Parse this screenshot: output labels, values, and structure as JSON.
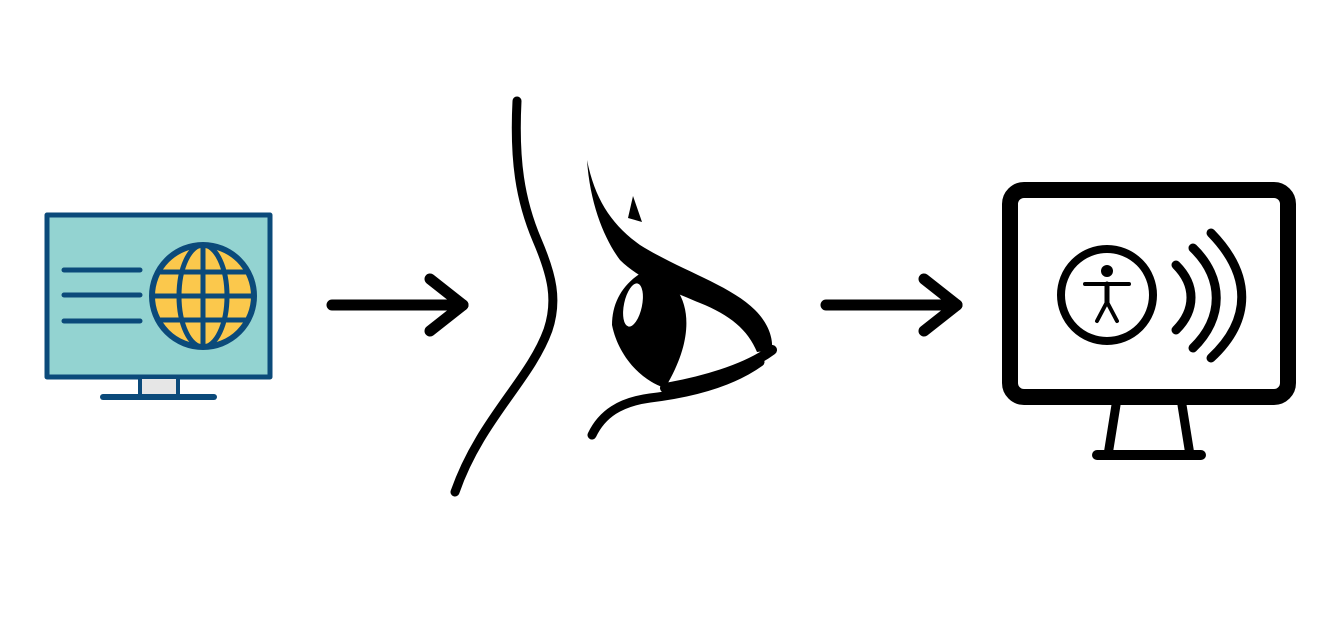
{
  "diagram": {
    "flow": [
      "web-page-icon",
      "viewer-eye-icon",
      "accessible-screen-icon"
    ],
    "colors": {
      "stroke_dark": "#0b4a7a",
      "screen_fill": "#93d3d1",
      "globe_fill": "#fbc84c",
      "stand_fill": "#e6e6e6",
      "ink": "#000000",
      "background": "#ffffff"
    },
    "icons": {
      "web_page": "monitor-with-globe-and-text-lines",
      "viewer": "face-profile-with-eye",
      "accessible_screen": "monitor-with-accessibility-symbol-and-sound-waves"
    }
  }
}
